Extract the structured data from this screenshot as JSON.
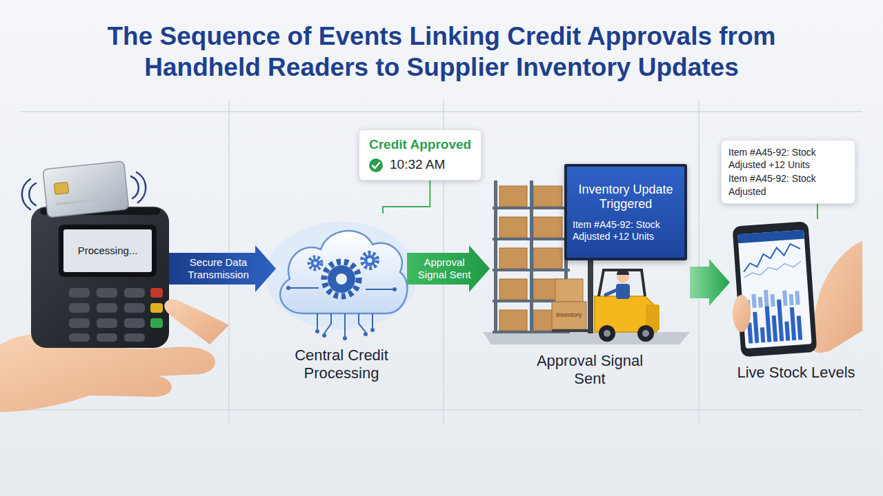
{
  "diagram": {
    "title": "The Sequence of Events Linking Credit Approvals from Handheld Readers to Supplier Inventory Updates",
    "nodes": [
      {
        "text": [
          "Processing..."
        ]
      },
      {
        "text": [
          "Central Credit Processing"
        ]
      },
      {
        "text": [
          "Credit Approved",
          "10:32 AM"
        ]
      },
      {
        "text": [
          "Approval Signal Sent"
        ]
      },
      {
        "text": [
          "Inventory Update Triggered",
          "Item #A45-92: Stock Adjusted +12 Units"
        ],
        "in": 3
      },
      {
        "text": [
          "Item #A45-92: Stock Adjusted +12 Units",
          "Item #A45-92: Stock Adjusted"
        ]
      },
      {
        "text": [
          "Live Stock Levels"
        ]
      }
    ],
    "edges": [
      {
        "from": 0,
        "to": 1,
        "label": "Secure Data Transmission",
        "arrow": "to"
      },
      {
        "from": 1,
        "to": 3,
        "label": "Approval Signal Sent",
        "arrow": "to"
      },
      {
        "from": 3,
        "to": 6,
        "arrow": "to"
      },
      {
        "from": 2,
        "to": 1,
        "arrow": "none"
      },
      {
        "from": 5,
        "to": 6,
        "arrow": "none"
      }
    ],
    "labels": [
      "Inventory"
    ]
  }
}
